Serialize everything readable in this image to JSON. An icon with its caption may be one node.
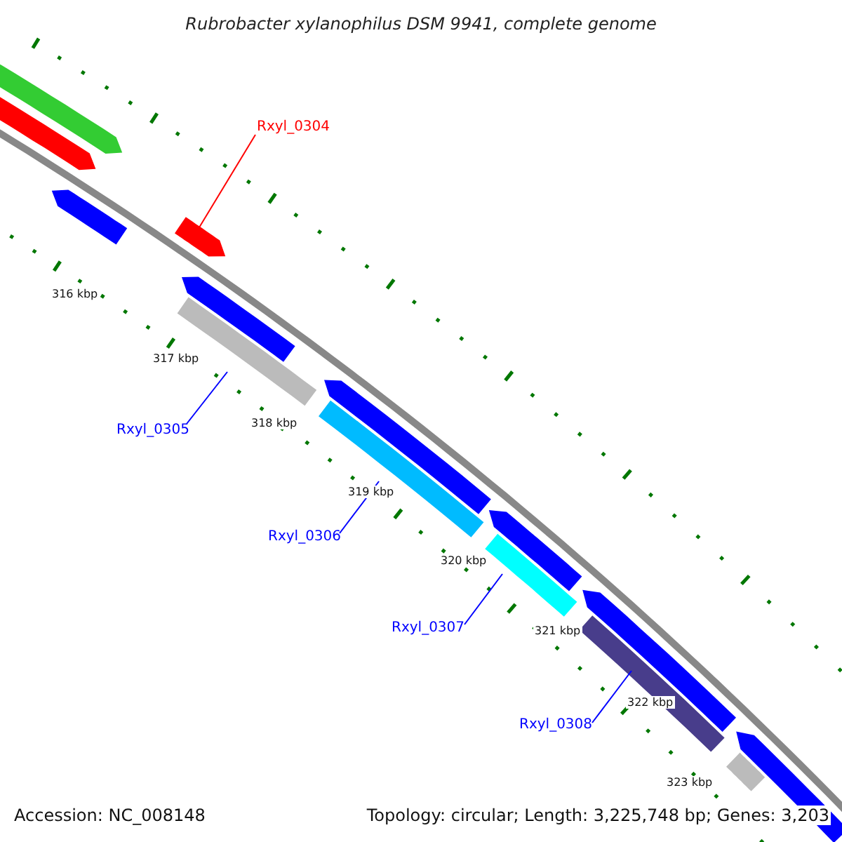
{
  "diagram": {
    "title": "Rubrobacter xylanophilus DSM 9941, complete genome",
    "nodes": [
      {
        "text": [
          "Rxyl_0304"
        ]
      },
      {
        "text": [],
        "shape": "bar"
      },
      {
        "text": [
          "Rxyl_0305"
        ]
      },
      {
        "text": [],
        "shape": "bar"
      },
      {
        "text": [
          "Rxyl_0306"
        ]
      },
      {
        "text": [],
        "shape": "bar"
      },
      {
        "text": [
          "Rxyl_0307"
        ]
      },
      {
        "text": [],
        "shape": "bar"
      },
      {
        "text": [
          "Rxyl_0308"
        ]
      },
      {
        "text": [],
        "shape": "bar"
      },
      {
        "text": [],
        "shape": "bar"
      },
      {
        "text": [],
        "shape": "bar"
      },
      {
        "text": [],
        "shape": "bar"
      },
      {
        "text": [],
        "shape": "bar"
      },
      {
        "text": [],
        "shape": "bar"
      },
      {
        "text": [],
        "shape": "bar"
      },
      {
        "text": [],
        "shape": "bar"
      },
      {
        "text": [],
        "shape": "bar"
      },
      {
        "text": [],
        "shape": "bar"
      }
    ],
    "edges": [
      {
        "from": 0,
        "to": 1,
        "arrow": "none",
        "color": "#ff0000"
      },
      {
        "from": 2,
        "to": 3,
        "arrow": "none"
      },
      {
        "from": 4,
        "to": 5,
        "arrow": "none"
      },
      {
        "from": 6,
        "to": 7,
        "arrow": "none"
      },
      {
        "from": 8,
        "to": 9,
        "arrow": "none"
      }
    ],
    "labels": [
      "316 kbp",
      "317 kbp",
      "318 kbp",
      "319 kbp",
      "320 kbp",
      "321 kbp",
      "322 kbp",
      "323 kbp",
      "Accession: NC_008148",
      "Topology: circular; Length: 3,225,748 bp; Genes: 3,203"
    ]
  }
}
